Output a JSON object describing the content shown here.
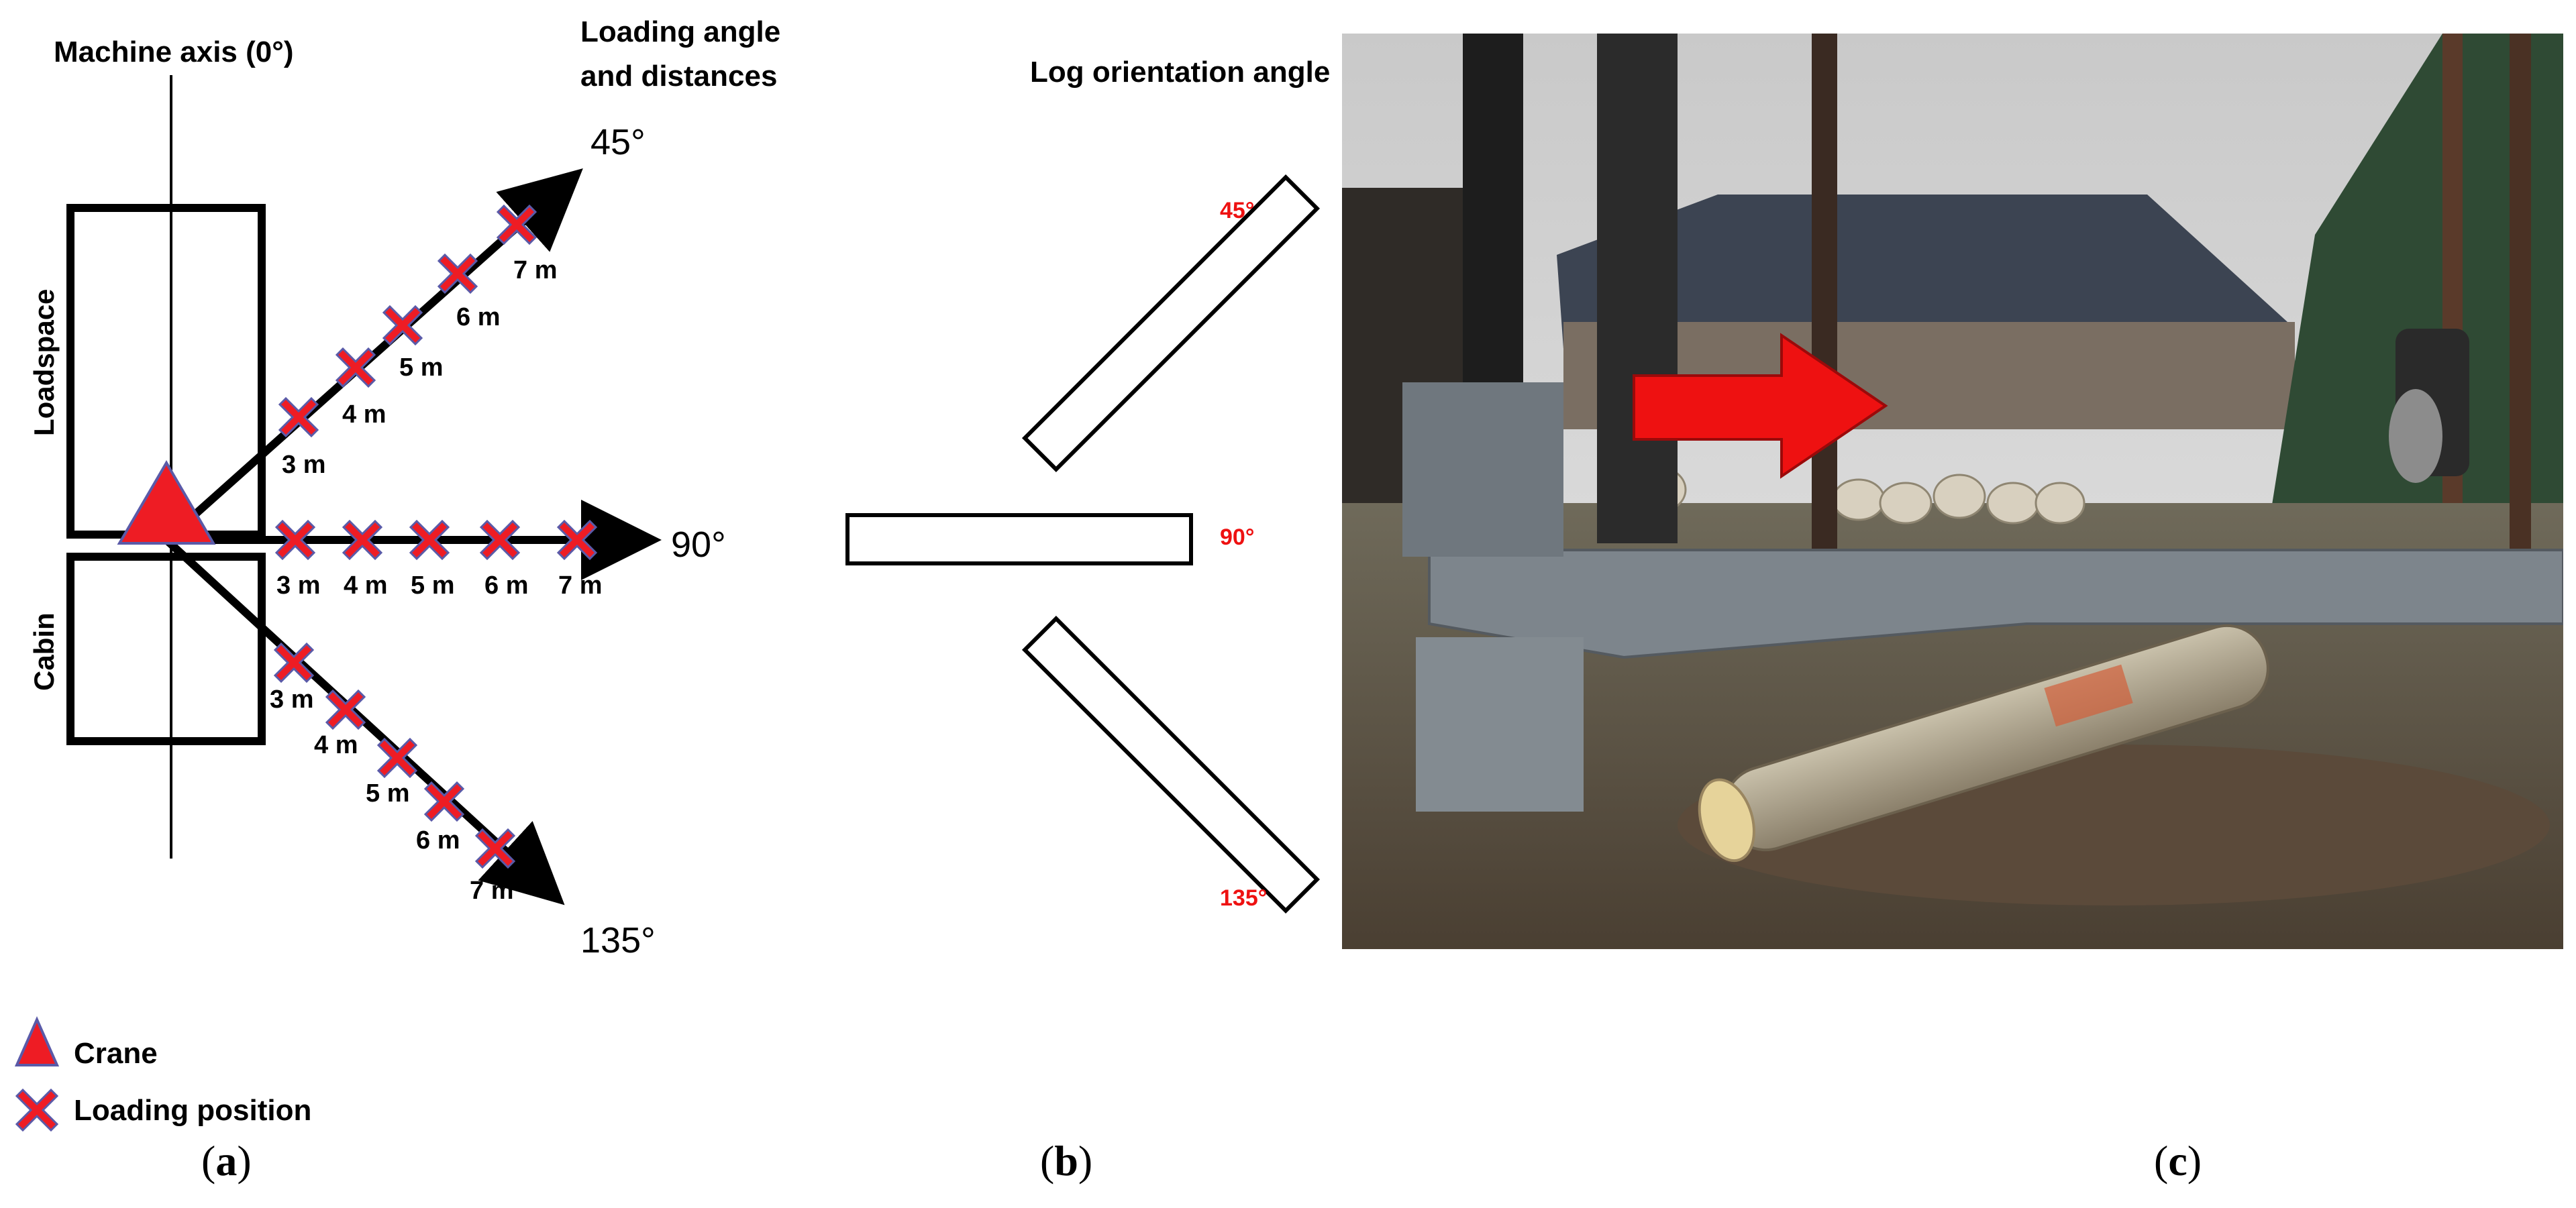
{
  "panel_a": {
    "title_axis": "Machine axis (0°)",
    "title_loading_1": "Loading angle",
    "title_loading_2": "and distances",
    "loadspace_label": "Loadspace",
    "cabin_label": "Cabin",
    "angle_45": "45°",
    "angle_90": "90°",
    "angle_135": "135°",
    "distances": [
      "3 m",
      "4 m",
      "5 m",
      "6 m",
      "7 m"
    ],
    "legend": {
      "crane": "Crane",
      "loading_position": "Loading position"
    },
    "caption_letter": "a"
  },
  "panel_b": {
    "title": "Log orientation angle",
    "angle_45": "45°",
    "angle_90": "90°",
    "angle_135": "135°",
    "caption_letter": "b"
  },
  "panel_c": {
    "caption_letter": "c",
    "photo_description_icon": "forwarder-crane-log-photo",
    "arrow_color": "#ee1111"
  },
  "colors": {
    "marker_red": "#ee1c24",
    "marker_outline": "#5a5aa8",
    "label_red": "#ee1111",
    "line": "#000000"
  }
}
